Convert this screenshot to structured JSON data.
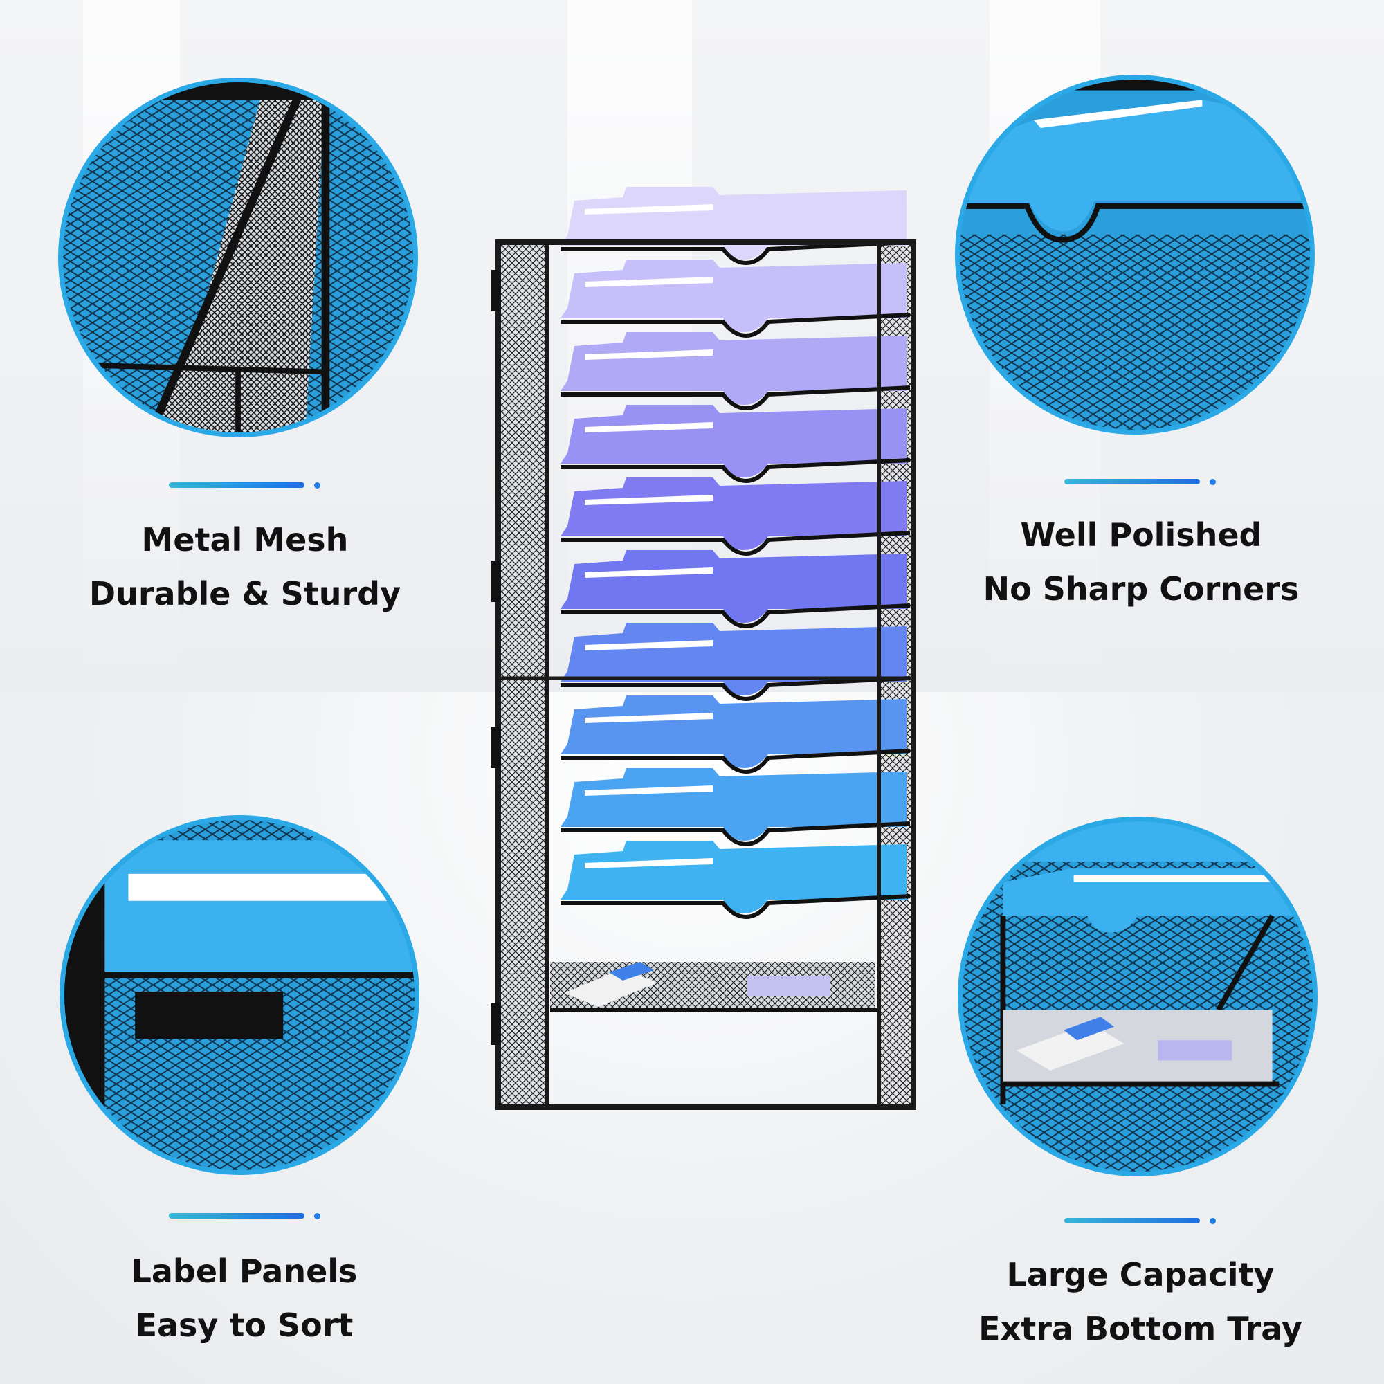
{
  "features": [
    {
      "line1": "Metal Mesh",
      "line2": "Durable & Sturdy",
      "icon": "mesh-closeup"
    },
    {
      "line1": "Well Polished",
      "line2": "No Sharp Corners",
      "icon": "folder-edge-closeup"
    },
    {
      "line1": "Label Panels",
      "line2": "Easy to Sort",
      "icon": "label-panel-closeup"
    },
    {
      "line1": "Large Capacity",
      "line2": "Extra Bottom Tray",
      "icon": "bottom-tray-closeup"
    }
  ],
  "colors": {
    "accent_start": "#37b6d8",
    "accent_end": "#1f6fe0",
    "circle_border": "#2aa9e6",
    "frame": "#1a1a1a",
    "folder_top": "#ddd6fb",
    "folder_bottom": "#3fb3f1"
  },
  "product": {
    "folder_count": 10,
    "has_bottom_tray": true
  }
}
